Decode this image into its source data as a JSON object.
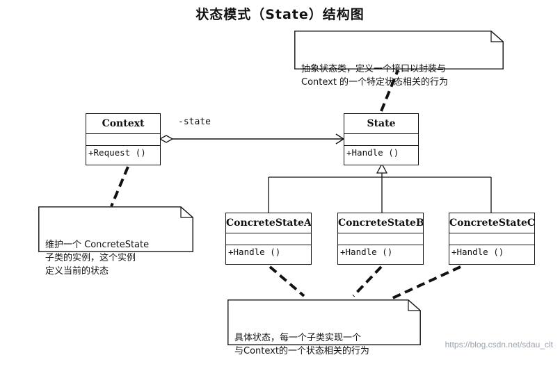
{
  "title": "状态模式（State）结构图",
  "classes": {
    "context": {
      "name": "Context",
      "operation": "+Request ()"
    },
    "state": {
      "name": "State",
      "operation": "+Handle ()"
    },
    "concrete_a": {
      "name": "ConcreteStateA",
      "operation": "+Handle ()"
    },
    "concrete_b": {
      "name": "ConcreteStateB",
      "operation": "+Handle ()"
    },
    "concrete_c": {
      "name": "ConcreteStateC",
      "operation": "+Handle ()"
    }
  },
  "association_label": "-state",
  "notes": {
    "state_note": "抽象状态类，定义一个接口以封装与\nContext 的一个特定状态相关的行为",
    "context_note": "维护一个 ConcreteState\n子类的实例，这个实例\n定义当前的状态",
    "concrete_note": "具体状态，每一个子类实现一个\n与Context的一个状态相关的行为"
  },
  "watermark": "https://blog.csdn.net/sdau_clt"
}
